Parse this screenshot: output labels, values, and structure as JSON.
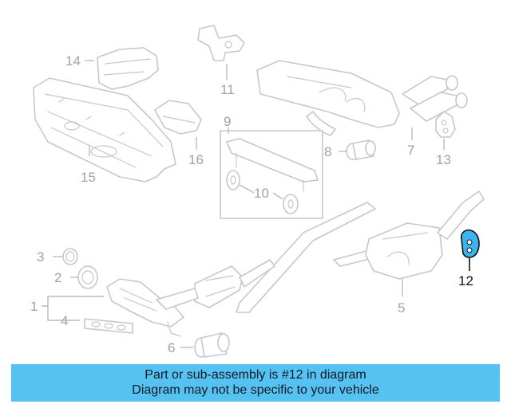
{
  "diagram": {
    "highlighted_part": "12",
    "callouts": [
      "1",
      "2",
      "3",
      "4",
      "5",
      "6",
      "7",
      "8",
      "9",
      "10",
      "11",
      "12",
      "13",
      "14",
      "15",
      "16"
    ]
  },
  "colors": {
    "banner_bg": "#55c2f2",
    "highlight": "#3cb4ee",
    "line_art": "#c4c8cc",
    "callout_text": "#9ea3a8"
  },
  "banner": {
    "line1": "Part or sub-assembly is #12 in diagram",
    "line2": "Diagram may not be specific to your vehicle"
  }
}
